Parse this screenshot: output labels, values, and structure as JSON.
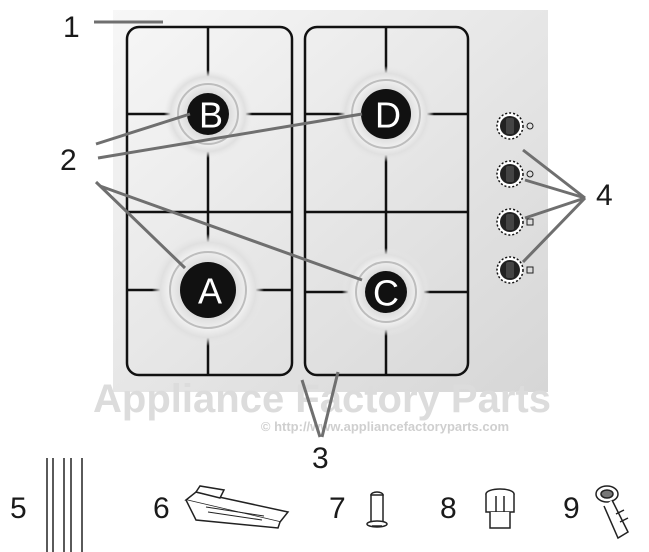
{
  "callouts": {
    "hob_surface": "1",
    "burners": "2",
    "pan_supports": "3",
    "control_knobs": "4",
    "injectors": "5",
    "bracket": "6",
    "screw": "7",
    "nut": "8",
    "connector": "9"
  },
  "burners": {
    "a": "A",
    "b": "B",
    "c": "C",
    "d": "D"
  },
  "watermark": {
    "title": "Appliance Factory Parts",
    "url": "© http://www.appliancefactoryparts.com"
  }
}
